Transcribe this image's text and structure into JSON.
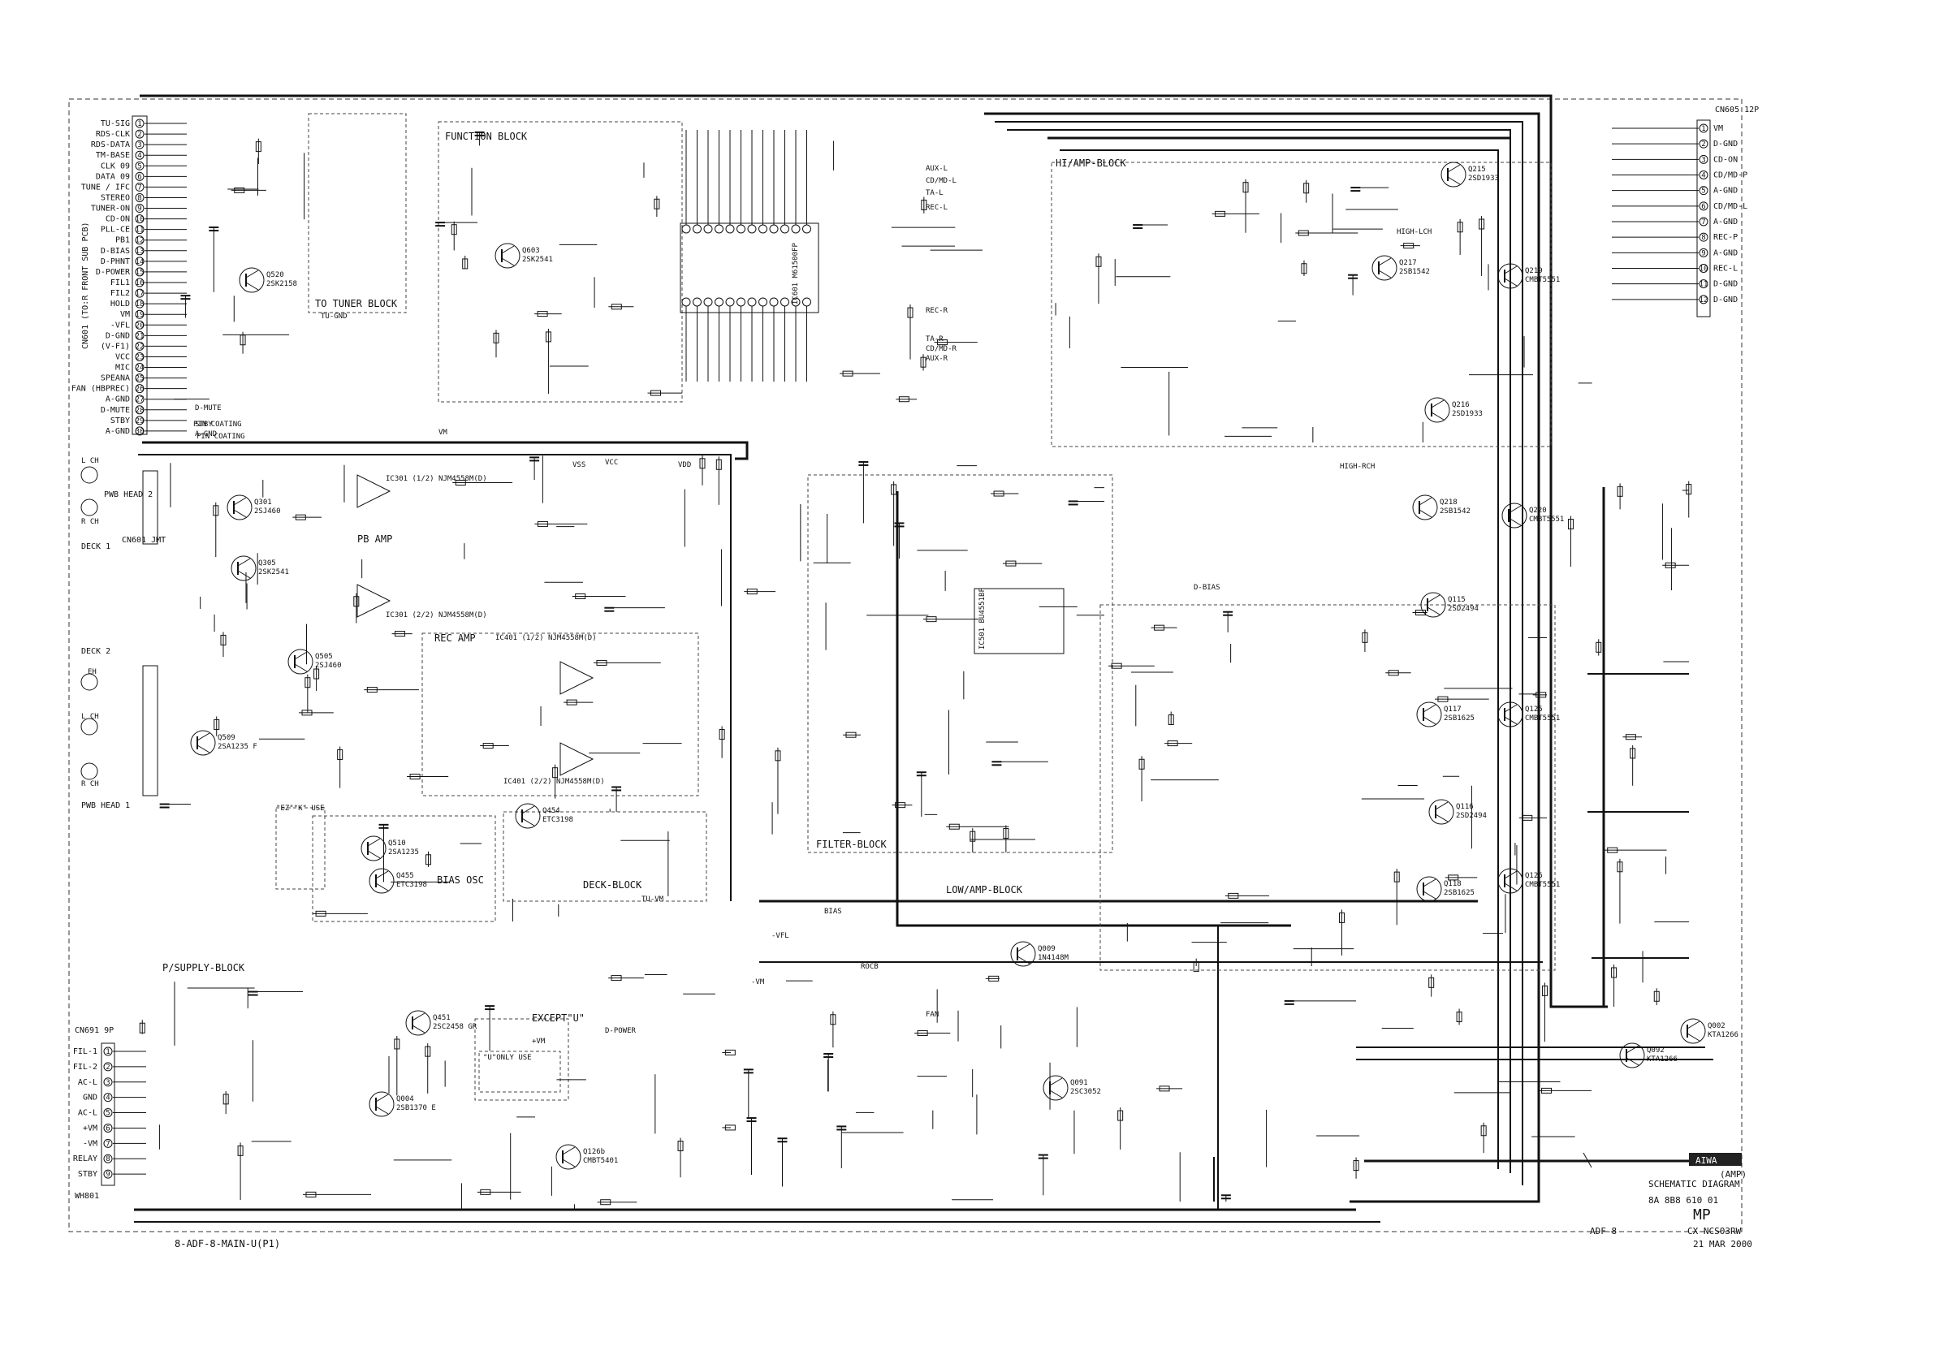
{
  "connectors": {
    "cn601": {
      "label": "CN601 (TO:R FRONT SUB PCB)",
      "pins": [
        "TU-SIG",
        "RDS-CLK",
        "RDS-DATA",
        "TM-BASE",
        "CLK 09",
        "DATA 09",
        "TUNE / IFC",
        "STEREO",
        "TUNER-ON",
        "CD-ON",
        "PLL-CE",
        "PB1",
        "D-BIAS",
        "D-PHNT",
        "D-POWER",
        "FIL1",
        "FIL2",
        "HOLD",
        "VM",
        "-VFL",
        "D-GND",
        "(V-F1)",
        "VCC",
        "MIC",
        "SPEANA",
        "FAN (HBPREC)",
        "A-GND",
        "D-MUTE",
        "STBY",
        "A-GND"
      ]
    },
    "cn691": {
      "label": "CN691 9P",
      "pins": [
        "FIL-1",
        "FIL-2",
        "AC-L",
        "GND",
        "AC-L",
        "+VM",
        "-VM",
        "RELAY",
        "STBY"
      ]
    },
    "cn605": {
      "label": "CN605 12P",
      "pins": [
        "VM",
        "D-GND",
        "CD-ON",
        "CD/MD-P",
        "A-GND",
        "CD/MD-L",
        "A-GND",
        "REC-P",
        "A-GND",
        "REC-L",
        "D-GND",
        "D-GND"
      ]
    },
    "cn601b": {
      "label": "CN601 JMT"
    },
    "deck1": {
      "label": "DECK 1"
    },
    "deck2": {
      "label": "DECK 2"
    },
    "pwb_head2": {
      "label": "PWB HEAD 2"
    },
    "pwb_head1": {
      "label": "PWB HEAD 1"
    }
  },
  "blocks": {
    "function": "FUNCTION BLOCK",
    "tuner": "TO TUNER BLOCK",
    "hiamp": "HI/AMP-BLOCK",
    "lowamp": "LOW/AMP-BLOCK",
    "filter": "FILTER-BLOCK",
    "pbamp": "PB AMP",
    "recamp": "REC AMP",
    "biasosc": "BIAS OSC",
    "deck": "DECK-BLOCK",
    "supply": "P/SUPPLY-BLOCK",
    "main": "8-ADF-8-MAIN-U(P1)",
    "except_u": "EXCEPT\"U\"",
    "u_only": "\"U\"ONLY USE",
    "ez_use": "\"EZ\"\"K\" USE"
  },
  "ics": {
    "ic601": "IC601 M61500FP",
    "ic301a": "IC301 (1/2) NJM4558M(D)",
    "ic301b": "IC301 (2/2) NJM4558M(D)",
    "ic401a": "IC401 (1/2) NJM4558M(D)",
    "ic401b": "IC401 (2/2) NJM4558M(D)",
    "ic501": "IC501 BU4551BF"
  },
  "transistors": [
    {
      "ref": "Q215",
      "part": "2SD1933"
    },
    {
      "ref": "Q217",
      "part": "2SB1542"
    },
    {
      "ref": "Q219",
      "part": "CMBT5551"
    },
    {
      "ref": "Q216",
      "part": "2SD1933"
    },
    {
      "ref": "Q218",
      "part": "2SB1542"
    },
    {
      "ref": "Q220",
      "part": "CMBT5551"
    },
    {
      "ref": "Q115",
      "part": "2SD2494"
    },
    {
      "ref": "Q116",
      "part": "2SD2494"
    },
    {
      "ref": "Q117",
      "part": "2SB1625"
    },
    {
      "ref": "Q118",
      "part": "2SB1625"
    },
    {
      "ref": "Q125",
      "part": "CMBT5551"
    },
    {
      "ref": "Q126",
      "part": "CMBT5551"
    },
    {
      "ref": "Q520",
      "part": "2SK2158"
    },
    {
      "ref": "Q603",
      "part": "2SK2541"
    },
    {
      "ref": "Q301",
      "part": "2SJ460"
    },
    {
      "ref": "Q305",
      "part": "2SK2541"
    },
    {
      "ref": "Q505",
      "part": "2SJ460"
    },
    {
      "ref": "Q509",
      "part": "2SA1235 F"
    },
    {
      "ref": "Q510",
      "part": "2SA1235"
    },
    {
      "ref": "Q455",
      "part": "ETC3198"
    },
    {
      "ref": "Q454",
      "part": "ETC3198"
    },
    {
      "ref": "Q451",
      "part": "2SC2458 GR"
    },
    {
      "ref": "Q004",
      "part": "2SB1370 E"
    },
    {
      "ref": "Q009",
      "part": "1N4148M"
    },
    {
      "ref": "Q126b",
      "part": "CMBT5401"
    },
    {
      "ref": "Q002",
      "part": "KTA1266"
    },
    {
      "ref": "Q092",
      "part": "KTA1266"
    },
    {
      "ref": "Q091",
      "part": "2SC3052"
    }
  ],
  "rails": [
    "VCC",
    "VSS",
    "VDD",
    "VM",
    "TU-VM",
    "D-POWER",
    "BIAS",
    "-VFL",
    "+VM",
    "-VM",
    "FAN",
    "ROCB",
    "TU-GND",
    "D-MUTE",
    "STBY",
    "A-GND"
  ],
  "signals": [
    "AUX-L",
    "CD/MD-L",
    "TA-L",
    "REC-L",
    "REC-R",
    "TA-R",
    "CD/MD-R",
    "AUX-R",
    "HIGH-LCH",
    "HIGH-RCH",
    "D-BIAS",
    "PIN COATING",
    "PIN COATING"
  ],
  "titleblock": {
    "logo": "AIWA",
    "tag": "(AMP)",
    "caption": "SCHEMATIC DIAGRAM",
    "number": "8A  8B8 610  01",
    "mp": "MP",
    "model_left": "ADF-8",
    "model_right": "CX-NCS03RW",
    "date": "21 MAR 2000"
  }
}
